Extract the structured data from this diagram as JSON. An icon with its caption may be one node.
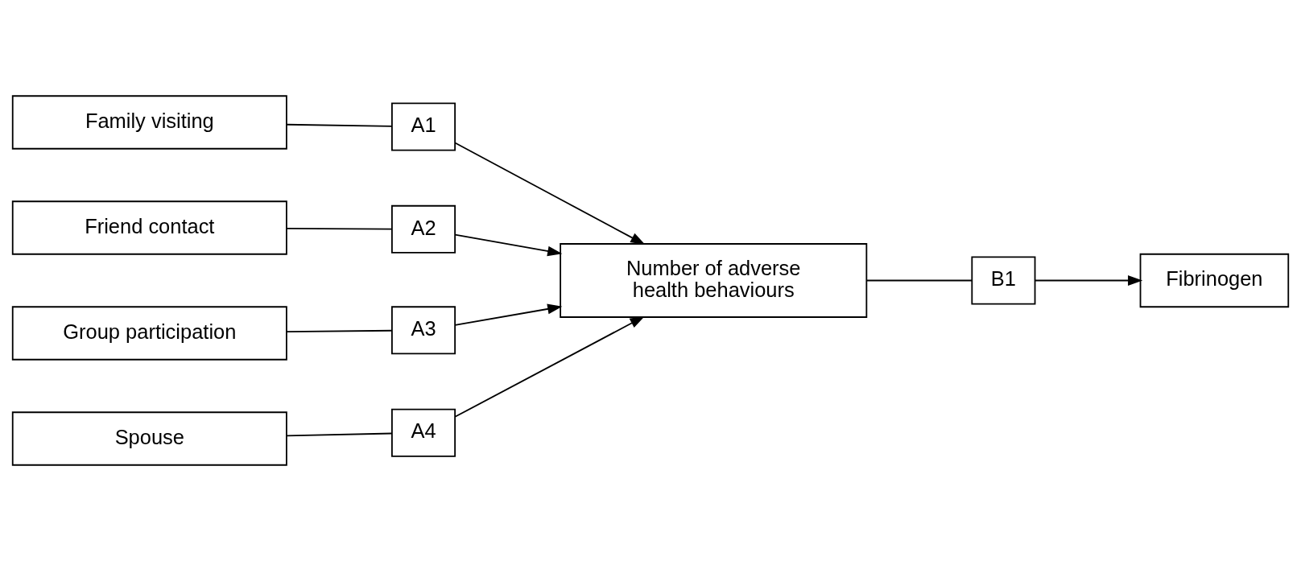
{
  "diagram": {
    "nodes": [
      {
        "text": [
          "Family visiting"
        ]
      },
      {
        "text": [
          "Friend contact"
        ]
      },
      {
        "text": [
          "Group participation"
        ]
      },
      {
        "text": [
          "Spouse"
        ]
      },
      {
        "text": [
          "A1"
        ]
      },
      {
        "text": [
          "A2"
        ]
      },
      {
        "text": [
          "A3"
        ]
      },
      {
        "text": [
          "A4"
        ]
      },
      {
        "text": [
          "Number of adverse health behaviours"
        ]
      },
      {
        "text": [
          "B1"
        ]
      },
      {
        "text": [
          "Fibrinogen"
        ]
      }
    ],
    "edges": [
      {
        "from": 0,
        "to": 4,
        "arrow": "none"
      },
      {
        "from": 4,
        "to": 8,
        "arrow": "to"
      },
      {
        "from": 1,
        "to": 5,
        "arrow": "none"
      },
      {
        "from": 5,
        "to": 8,
        "arrow": "to"
      },
      {
        "from": 2,
        "to": 6,
        "arrow": "none"
      },
      {
        "from": 6,
        "to": 8,
        "arrow": "to"
      },
      {
        "from": 3,
        "to": 7,
        "arrow": "none"
      },
      {
        "from": 7,
        "to": 8,
        "arrow": "to"
      },
      {
        "from": 8,
        "to": 9,
        "arrow": "none"
      },
      {
        "from": 9,
        "to": 10,
        "arrow": "to"
      }
    ]
  }
}
